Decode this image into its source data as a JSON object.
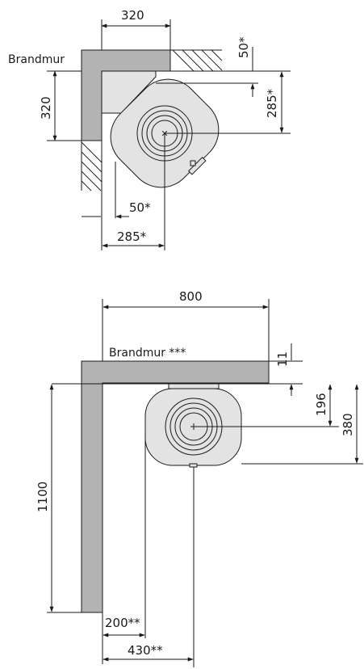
{
  "labels": {
    "top_wall": "Brandmur",
    "bottom_wall": "Brandmur ***"
  },
  "top_dimensions": {
    "wall_width": "320",
    "wall_height": "320",
    "clearance_right": "50*",
    "clearance_bottom": "50*",
    "stove_offset_right": "285*",
    "stove_offset_bottom": "285*"
  },
  "bottom_dimensions": {
    "wall_length_horizontal": "800",
    "wall_length_vertical": "1100",
    "gap_top": "11",
    "stove_center_depth": "196",
    "stove_total_depth": "380",
    "stove_left_offset": "200**",
    "stove_center_offset": "430**"
  },
  "colors": {
    "wall": "#b3b3b3",
    "stove": "#e3e3e3",
    "line": "#1a1a1a"
  }
}
